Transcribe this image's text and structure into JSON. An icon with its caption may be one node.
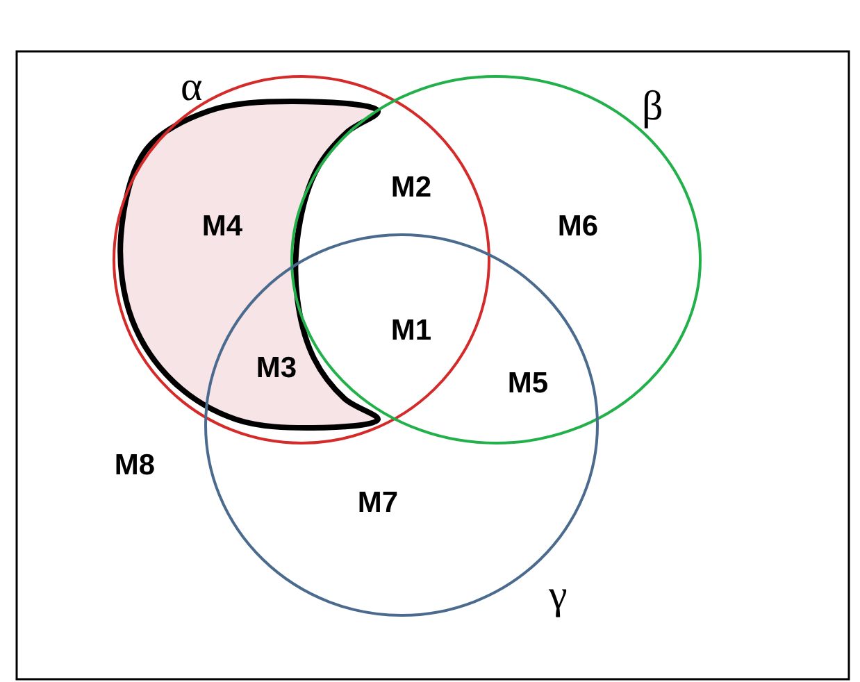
{
  "diagram": {
    "nodes": [
      {
        "text": [
          "α"
        ]
      },
      {
        "text": [
          "β"
        ]
      },
      {
        "text": [
          "γ"
        ]
      }
    ],
    "labels": [
      "M2",
      "M4",
      "M6",
      "M1",
      "M3",
      "M5",
      "M8",
      "M7"
    ]
  }
}
